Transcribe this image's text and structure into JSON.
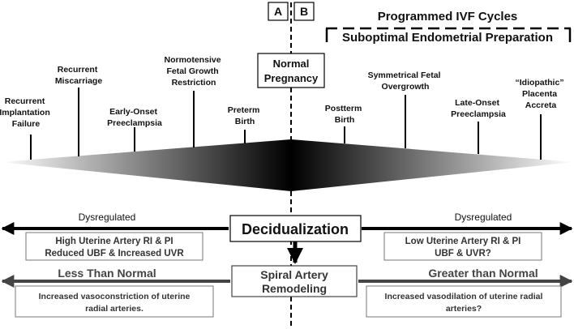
{
  "side_labels": {
    "a": "A",
    "b": "B"
  },
  "ivf": {
    "title": "Programmed IVF Cycles",
    "subtitle": "Suboptimal Endometrial Preparation"
  },
  "center": {
    "line1": "Normal",
    "line2": "Pregnancy"
  },
  "outcomes_left": [
    {
      "lines": [
        "Recurrent",
        "Implantation",
        "Failure"
      ]
    },
    {
      "lines": [
        "Recurrent",
        "Miscarriage"
      ]
    },
    {
      "lines": [
        "Early-Onset",
        "Preeclampsia"
      ]
    },
    {
      "lines": [
        "Normotensive",
        "Fetal Growth",
        "Restriction"
      ]
    },
    {
      "lines": [
        "Preterm",
        "Birth"
      ]
    }
  ],
  "outcomes_right": [
    {
      "lines": [
        "Postterm",
        "Birth"
      ]
    },
    {
      "lines": [
        "Symmetrical Fetal",
        "Overgrowth"
      ]
    },
    {
      "lines": [
        "Late-Onset",
        "Preeclampsia"
      ]
    },
    {
      "lines": [
        "“Idiopathic”",
        "Placenta",
        "Accreta"
      ]
    }
  ],
  "decidualization": {
    "title": "Decidualization",
    "left_label": "Dysregulated",
    "right_label": "Dysregulated"
  },
  "left_box": {
    "line1": "High Uterine Artery RI & PI",
    "line2": "Reduced UBF & Increased UVR"
  },
  "right_box": {
    "line1": "Low Uterine Artery RI & PI",
    "line2": "UBF & UVR?"
  },
  "remodeling": {
    "line1": "Spiral Artery",
    "line2": "Remodeling",
    "left_label": "Less Than Normal",
    "right_label": "Greater than Normal"
  },
  "left_bottom_box": {
    "line1": "Increased vasoconstriction of uterine",
    "line2": "radial arteries."
  },
  "right_bottom_box": {
    "line1": "Increased vasodilation of uterine radial",
    "line2": "arteries?"
  }
}
